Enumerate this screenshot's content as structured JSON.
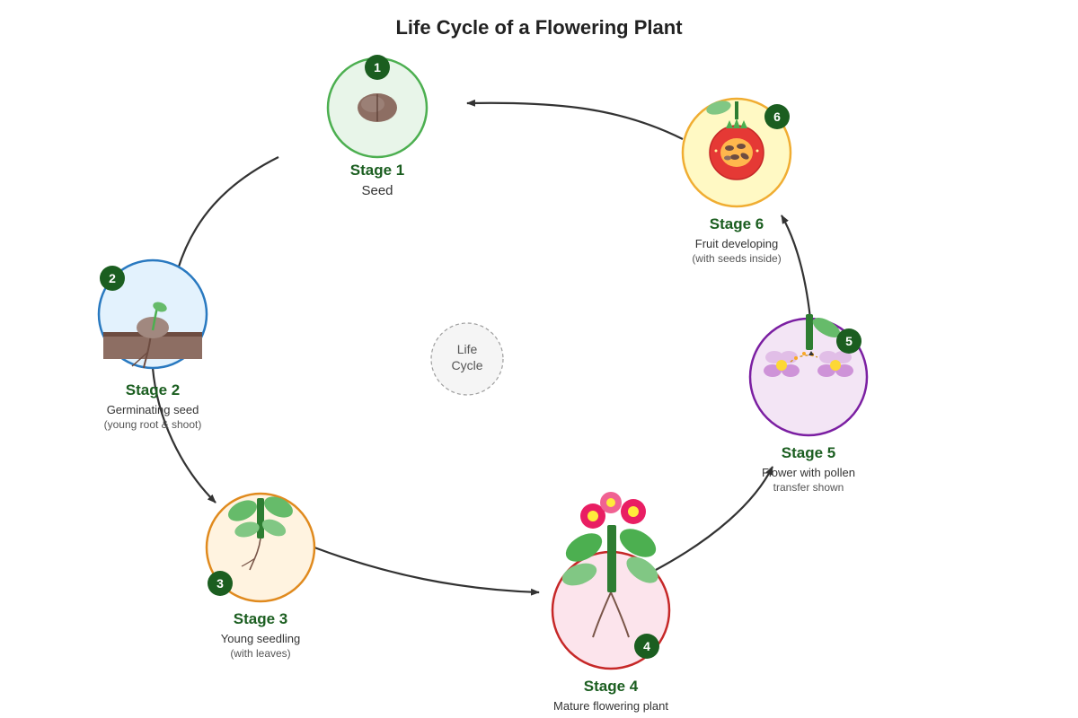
{
  "title": "Life Cycle of a Flowering Plant",
  "center_label": [
    "Life",
    "Cycle"
  ],
  "stages": [
    {
      "number": "1",
      "stage": "Stage 1",
      "name": "Seed",
      "note": "",
      "icon": "seed-icon",
      "ring": "#4caf50",
      "fill": "#e8f5e9"
    },
    {
      "number": "2",
      "stage": "Stage 2",
      "name": "Germinating seed",
      "note": "(young root & shoot)",
      "icon": "germinating-seed-icon",
      "ring": "#2979c0",
      "fill": "#e3f2fd"
    },
    {
      "number": "3",
      "stage": "Stage 3",
      "name": "Young seedling",
      "note": "(with leaves)",
      "icon": "seedling-icon",
      "ring": "#e08a1e",
      "fill": "#fff3e0"
    },
    {
      "number": "4",
      "stage": "Stage 4",
      "name": "Mature flowering plant",
      "note": "",
      "icon": "flowering-plant-icon",
      "ring": "#c62828",
      "fill": "#fce4ec"
    },
    {
      "number": "5",
      "stage": "Stage 5",
      "name": "Flower with pollen",
      "note": "transfer shown",
      "icon": "pollination-icon",
      "ring": "#7b1fa2",
      "fill": "#f3e5f5"
    },
    {
      "number": "6",
      "stage": "Stage 6",
      "name": "Fruit developing",
      "note": "(with seeds inside)",
      "icon": "fruit-icon",
      "ring": "#f0ad32",
      "fill": "#fff9c4"
    }
  ],
  "colors": {
    "badge": "#1b5e20",
    "stage_text": "#1b5e20",
    "arrow": "#333333"
  }
}
